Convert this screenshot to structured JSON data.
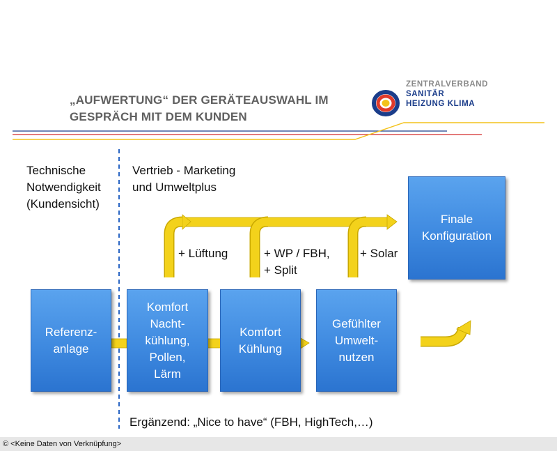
{
  "header": {
    "title_line1": "„AUFWERTUNG“ DER GERÄTEAUSWAHL IM",
    "title_line2": "GESPRÄCH MIT DEM KUNDEN"
  },
  "logo": {
    "line1": "ZENTRALVERBAND",
    "line2": "SANITÄR",
    "line3": "HEIZUNG KLIMA",
    "icon": "ring-logo-icon"
  },
  "labels": {
    "left_line1": "Technische",
    "left_line2": "Notwendigkeit",
    "left_line3": "(Kundensicht)",
    "right_line1": "Vertrieb - Marketing",
    "right_line2": "und Umweltplus",
    "add_lueftung": "+ Lüftung",
    "add_wp_line1": "+ WP / FBH,",
    "add_wp_line2": "+ Split",
    "add_solar": "+ Solar",
    "bottom_note": "Ergänzend: „Nice to have“ (FBH, HighTech,…)"
  },
  "boxes": {
    "referenz": [
      "Referenz-",
      "anlage"
    ],
    "komfort1": [
      "Komfort",
      "Nacht-",
      "kühlung,",
      "Pollen,",
      "Lärm"
    ],
    "komfort2": [
      "Komfort",
      "Kühlung"
    ],
    "umwelt": [
      "Gefühlter",
      "Umwelt-",
      "nutzen"
    ],
    "finale": [
      "Finale",
      "Konfiguration"
    ]
  },
  "colors": {
    "box": "#3f8ae0",
    "arrow": "#f3d21b",
    "line_blue": "#1b3d8a",
    "line_red": "#d22a2a",
    "line_yellow": "#f3c21b"
  },
  "footer": {
    "text": "© <Keine Daten von Verknüpfung>"
  }
}
